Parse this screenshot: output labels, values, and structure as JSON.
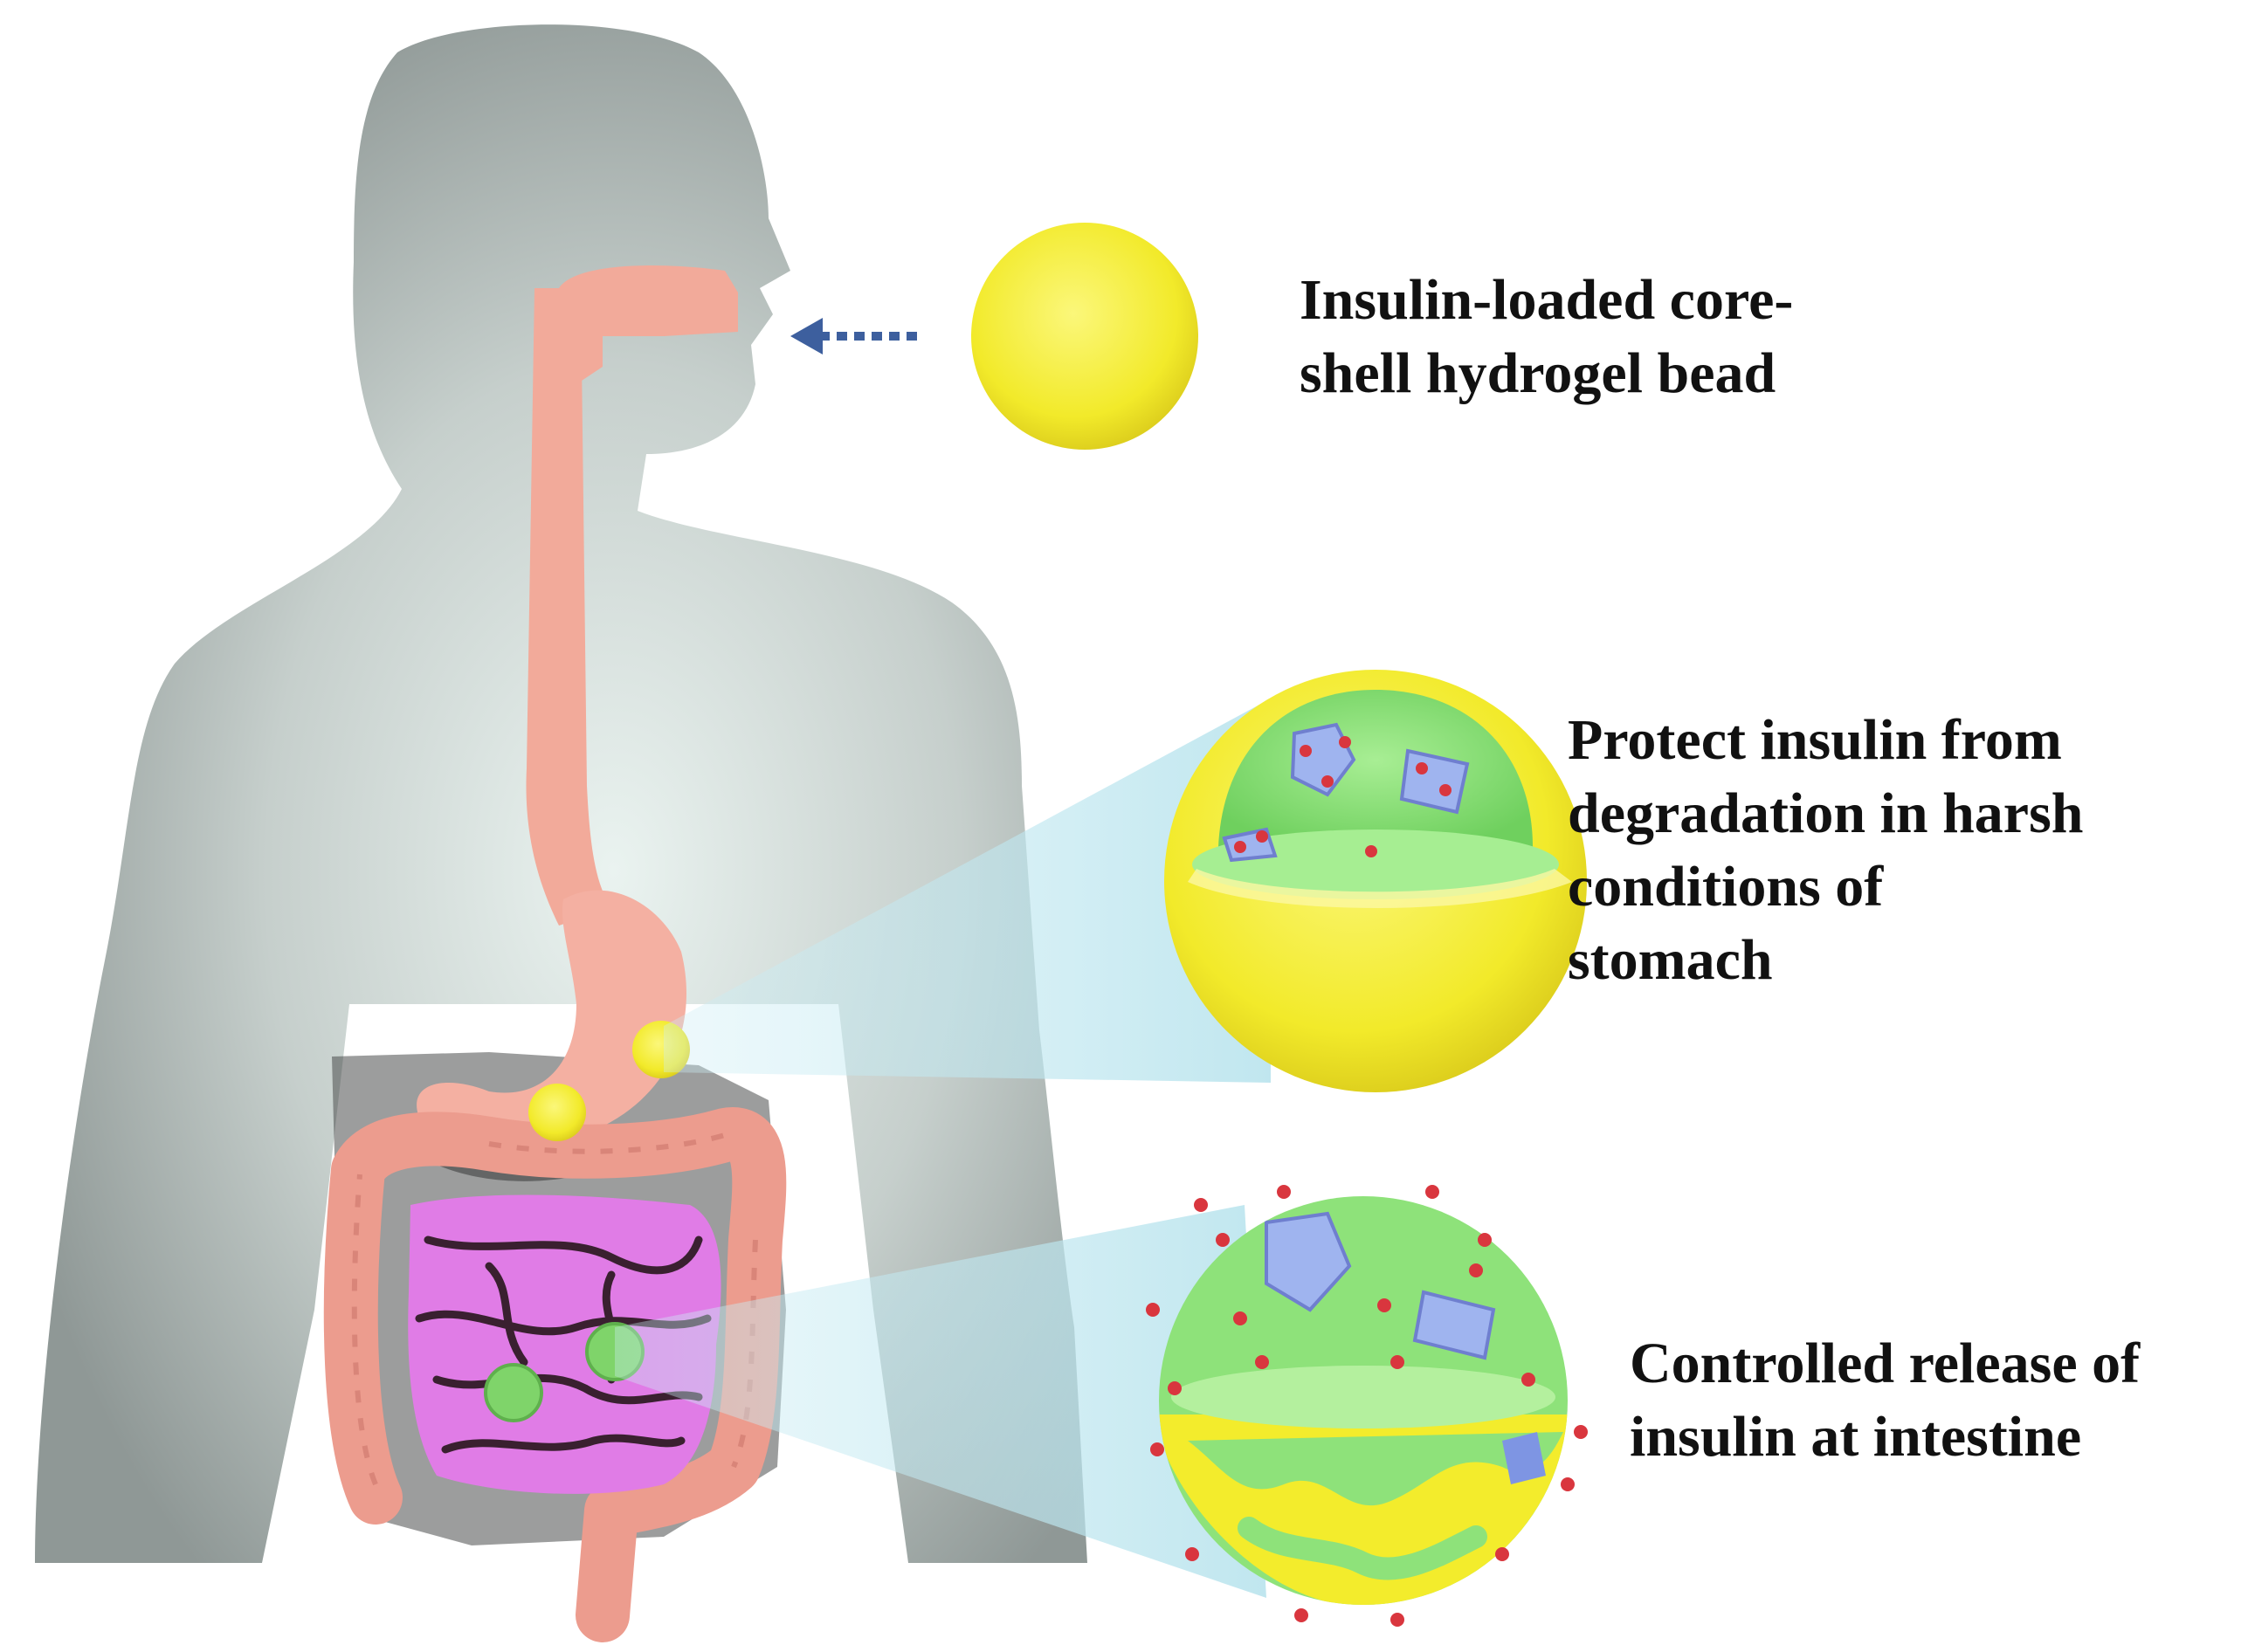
{
  "labels": {
    "bead": [
      "Insulin-loaded core-",
      "shell hydrogel bead"
    ],
    "stomach": [
      "Protect insulin from",
      "degradation in harsh",
      "conditions of",
      "stomach"
    ],
    "intestine": [
      "Controlled release of",
      "insulin at intestine"
    ]
  },
  "colors": {
    "body_silhouette": "#a9b0ae",
    "esophagus": "#f2aa9a",
    "colon": "#ec9c8e",
    "small_intestine": "#e07ce6",
    "bead_yellow": "#f3ec2c",
    "core_green": "#8ee27a",
    "insulin_dots": "#d9363e",
    "arrow_blue": "#3d5f9e",
    "zoom_beam": "#bfe6ee"
  }
}
